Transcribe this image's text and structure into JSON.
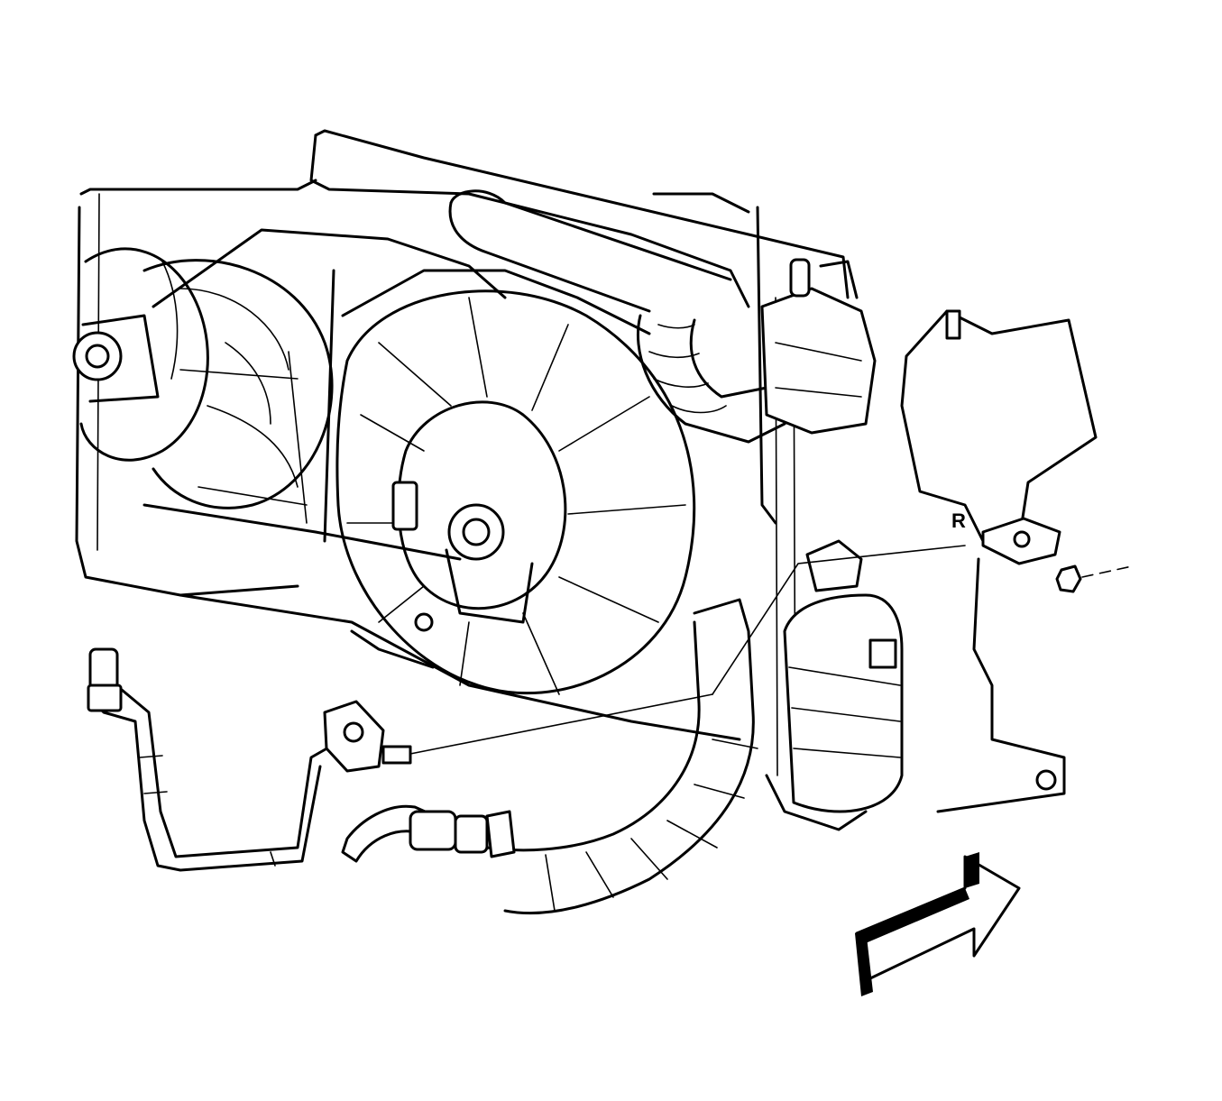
{
  "diagram": {
    "callouts": {
      "r_marker": "R"
    },
    "parts": [
      "radiator",
      "surge-tank",
      "left-cooling-fan",
      "right-cooling-fan",
      "fan-shroud",
      "upper-radiator-hose",
      "lower-radiator-hose",
      "ac-line-with-service-port",
      "refrigerant-pressure-sensor",
      "condenser-receiver-dehydrator",
      "mounting-bracket",
      "bolt"
    ],
    "orientation_arrow": "front-of-vehicle-arrow",
    "colors": {
      "line": "#000000",
      "background": "#ffffff"
    }
  }
}
